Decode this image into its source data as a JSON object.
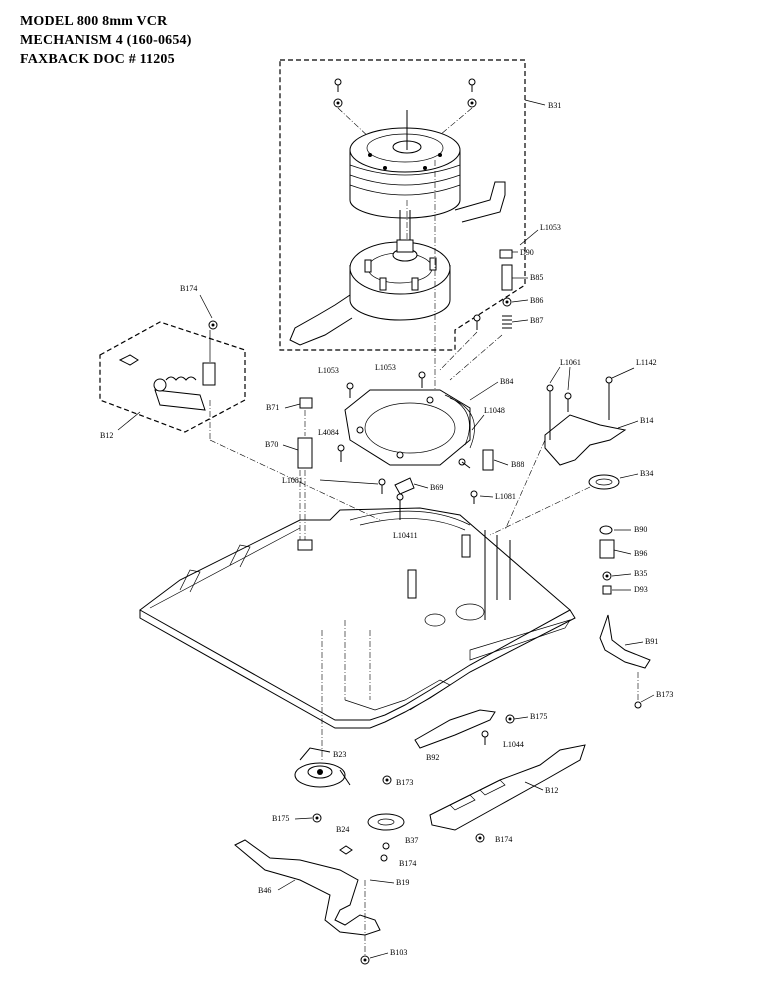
{
  "header": {
    "line1": "MODEL 800 8mm VCR",
    "line2": "MECHANISM 4  (160-0654)",
    "line3": "FAXBACK DOC # 11205"
  },
  "labels": {
    "B31": "B31",
    "L1053a": "L1053",
    "D90": "D90",
    "B85": "B85",
    "B86": "B86",
    "B87": "B87",
    "B174a": "B174",
    "B12left": "B12",
    "L1053b": "L1053",
    "L1053c": "L1053",
    "B84": "B84",
    "B71": "B71",
    "L1061": "L1061",
    "L1142": "L1142",
    "B14": "B14",
    "L1048": "L1048",
    "L4084": "L4084",
    "B70": "B70",
    "B88": "B88",
    "L1081a": "L1081",
    "B69": "B69",
    "L1081b": "L1081",
    "B34": "B34",
    "L10411": "L10411",
    "B90": "B90",
    "B96": "B96",
    "B35": "B35",
    "D93": "D93",
    "B91": "B91",
    "B173a": "B173",
    "B175a": "B175",
    "B92": "B92",
    "L1044": "L1044",
    "B23": "B23",
    "B173b": "B173",
    "B12right": "B12",
    "B175b": "B175",
    "B24": "B24",
    "B37": "B37",
    "B174b": "B174",
    "B174c": "B174",
    "B19": "B19",
    "B46": "B46",
    "B103": "B103"
  }
}
